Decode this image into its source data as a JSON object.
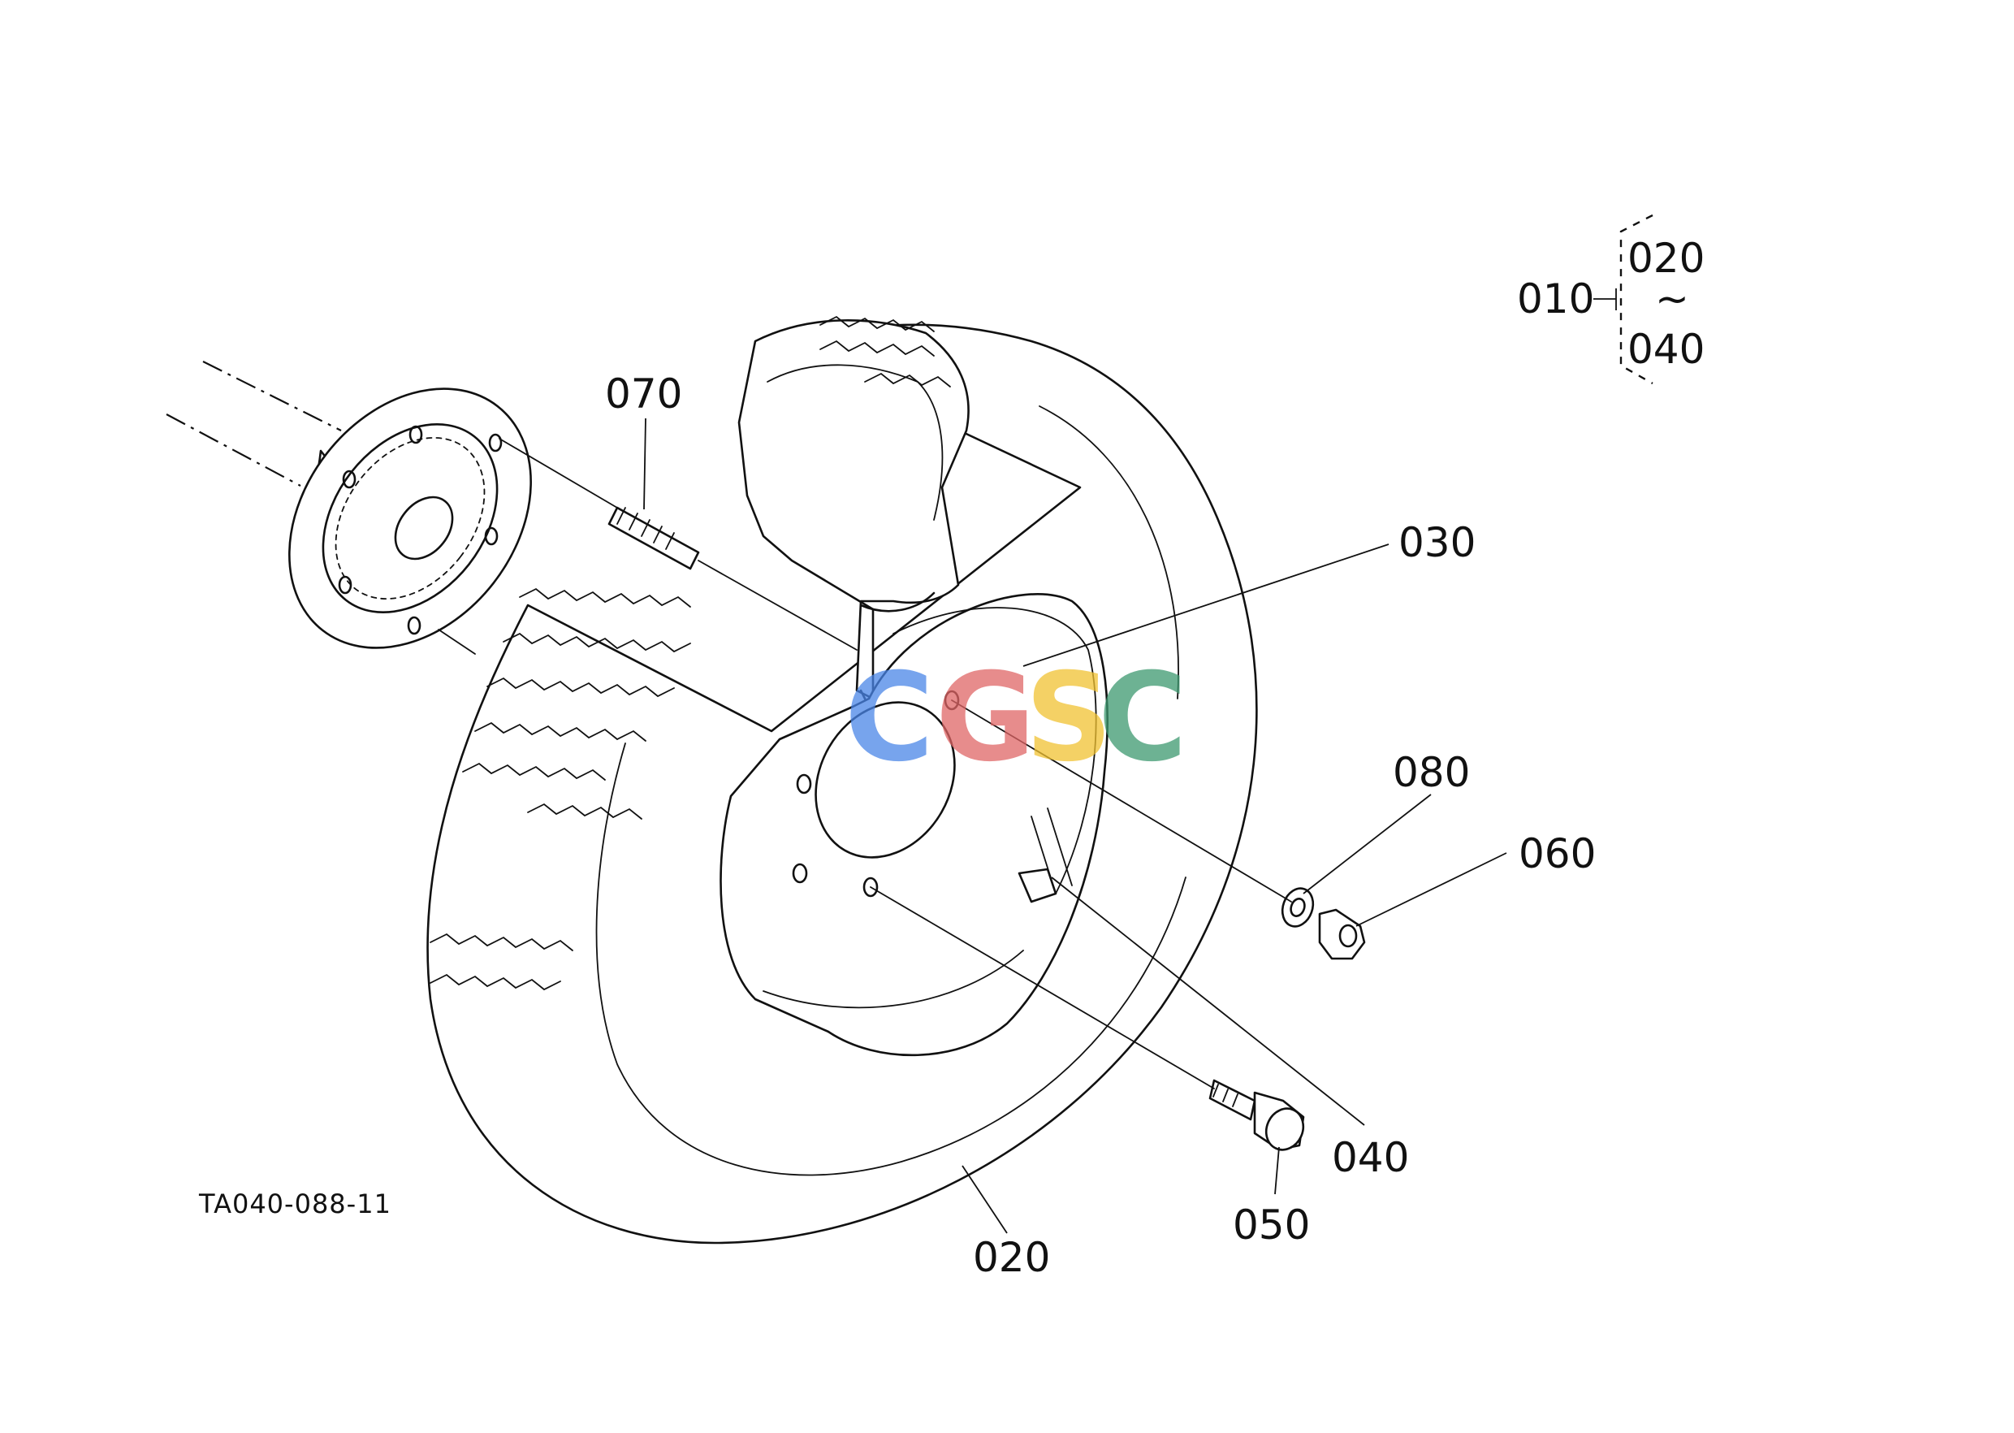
{
  "diagram": {
    "callouts": {
      "p010": "010",
      "p020_range": "020",
      "range_sep": "~",
      "p040_range": "040",
      "p070": "070",
      "p030": "030",
      "p080": "080",
      "p060": "060",
      "p040": "040",
      "p050": "050",
      "p020": "020"
    },
    "drawing_code": "TA040-088-11",
    "watermark": {
      "letters": [
        "C",
        "G",
        "S",
        "C"
      ],
      "colors": [
        "#4a86e8",
        "#e06666",
        "#f1c232",
        "#3d9970"
      ]
    }
  }
}
